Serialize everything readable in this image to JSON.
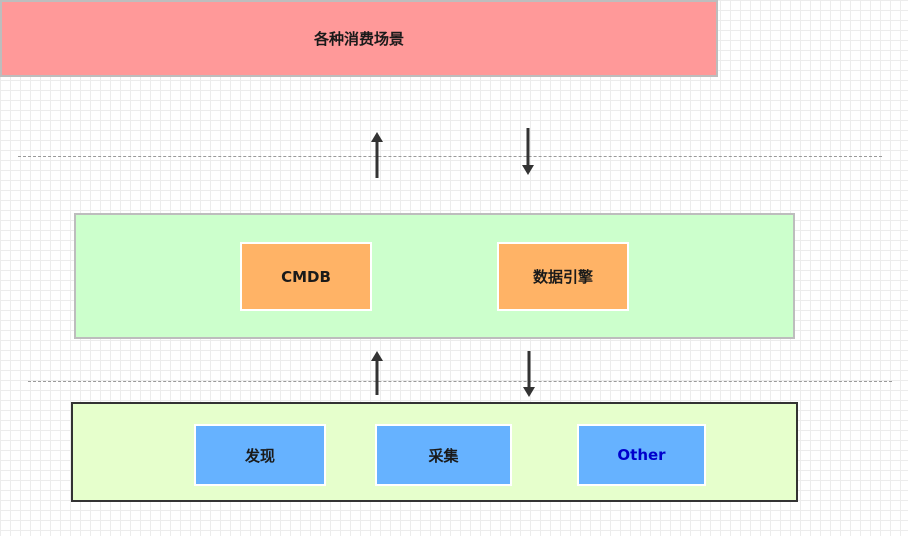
{
  "top_layer": {
    "label": "各种消费场景"
  },
  "middle_layer": {
    "boxes": [
      "CMDB",
      "数据引擎"
    ]
  },
  "bottom_layer": {
    "boxes": [
      "发现",
      "采集",
      "Other"
    ]
  },
  "colors": {
    "top_fill": "#ff9999",
    "middle_fill": "#ccffcc",
    "bottom_fill": "#e6ffcc",
    "orange_box": "#ffb366",
    "blue_box": "#66b2ff",
    "other_text": "#0000cc"
  }
}
